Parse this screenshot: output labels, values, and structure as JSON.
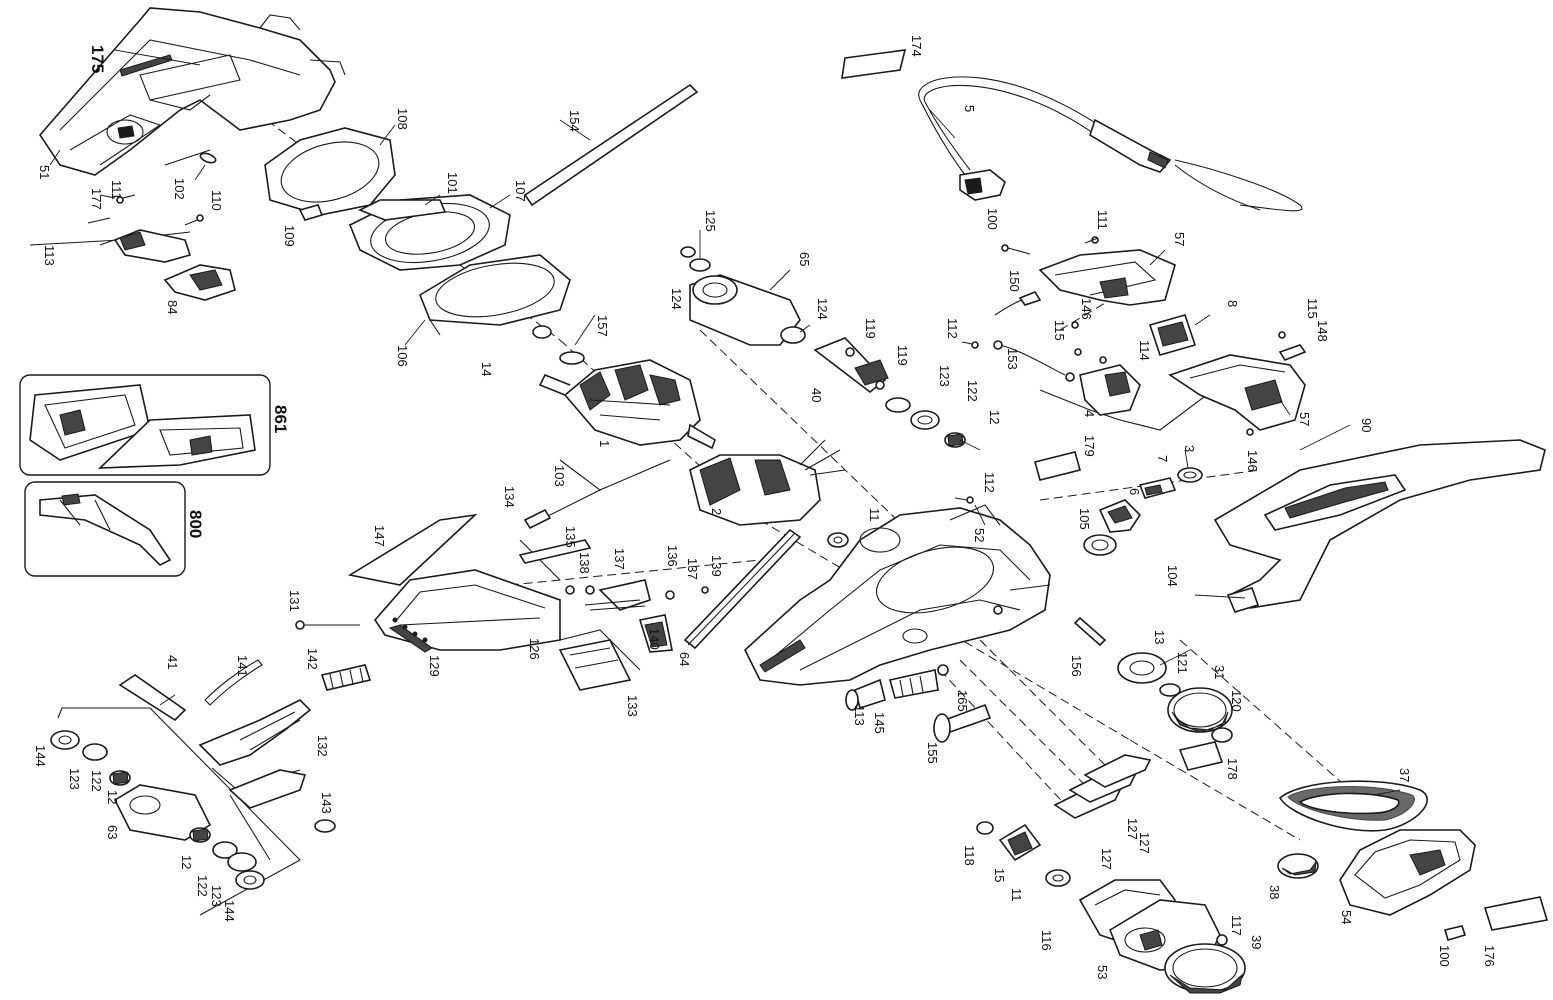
{
  "parts": [
    {
      "id": "label-175",
      "text": "175"
    },
    {
      "id": "label-51",
      "text": "51"
    },
    {
      "id": "label-177",
      "text": "177"
    },
    {
      "id": "label-102",
      "text": "102"
    },
    {
      "id": "label-111a",
      "text": "111"
    },
    {
      "id": "label-110",
      "text": "110"
    },
    {
      "id": "label-113a",
      "text": "113"
    },
    {
      "id": "label-84",
      "text": "84"
    },
    {
      "id": "label-109",
      "text": "109"
    },
    {
      "id": "label-108",
      "text": "108"
    },
    {
      "id": "label-101",
      "text": "101"
    },
    {
      "id": "label-107",
      "text": "107"
    },
    {
      "id": "label-106",
      "text": "106"
    },
    {
      "id": "label-14",
      "text": "14"
    },
    {
      "id": "label-154",
      "text": "154"
    },
    {
      "id": "label-157",
      "text": "157"
    },
    {
      "id": "label-125",
      "text": "125"
    },
    {
      "id": "label-124a",
      "text": "124"
    },
    {
      "id": "label-65",
      "text": "65"
    },
    {
      "id": "label-124b",
      "text": "124"
    },
    {
      "id": "label-119a",
      "text": "119"
    },
    {
      "id": "label-119b",
      "text": "119"
    },
    {
      "id": "label-40",
      "text": "40"
    },
    {
      "id": "label-123a",
      "text": "123"
    },
    {
      "id": "label-122a",
      "text": "122"
    },
    {
      "id": "label-12a",
      "text": "12"
    },
    {
      "id": "label-1",
      "text": "1"
    },
    {
      "id": "label-2",
      "text": "2"
    },
    {
      "id": "label-103",
      "text": "103"
    },
    {
      "id": "label-134",
      "text": "134"
    },
    {
      "id": "label-174",
      "text": "174"
    },
    {
      "id": "label-5",
      "text": "5"
    },
    {
      "id": "label-100a",
      "text": "100"
    },
    {
      "id": "label-111b",
      "text": "111"
    },
    {
      "id": "label-57a",
      "text": "57"
    },
    {
      "id": "label-150",
      "text": "150"
    },
    {
      "id": "label-146a",
      "text": "146"
    },
    {
      "id": "label-112a",
      "text": "112"
    },
    {
      "id": "label-115a",
      "text": "115"
    },
    {
      "id": "label-153",
      "text": "153"
    },
    {
      "id": "label-8",
      "text": "8"
    },
    {
      "id": "label-115b",
      "text": "115"
    },
    {
      "id": "label-148",
      "text": "148"
    },
    {
      "id": "label-114",
      "text": "114"
    },
    {
      "id": "label-4",
      "text": "4"
    },
    {
      "id": "label-57b",
      "text": "57"
    },
    {
      "id": "label-146b",
      "text": "146"
    },
    {
      "id": "label-90",
      "text": "90"
    },
    {
      "id": "label-179",
      "text": "179"
    },
    {
      "id": "label-3",
      "text": "3"
    },
    {
      "id": "label-7",
      "text": "7"
    },
    {
      "id": "label-6",
      "text": "6"
    },
    {
      "id": "label-105",
      "text": "105"
    },
    {
      "id": "label-112b",
      "text": "112"
    },
    {
      "id": "label-11a",
      "text": "11"
    },
    {
      "id": "label-52",
      "text": "52"
    },
    {
      "id": "label-104",
      "text": "104"
    },
    {
      "id": "label-861",
      "text": "861"
    },
    {
      "id": "label-800",
      "text": "800"
    },
    {
      "id": "label-147",
      "text": "147"
    },
    {
      "id": "label-135",
      "text": "135"
    },
    {
      "id": "label-138",
      "text": "138"
    },
    {
      "id": "label-137a",
      "text": "137"
    },
    {
      "id": "label-136",
      "text": "136"
    },
    {
      "id": "label-137b",
      "text": "137"
    },
    {
      "id": "label-139",
      "text": "139"
    },
    {
      "id": "label-140",
      "text": "140"
    },
    {
      "id": "label-131",
      "text": "131"
    },
    {
      "id": "label-126",
      "text": "126"
    },
    {
      "id": "label-129",
      "text": "129"
    },
    {
      "id": "label-133",
      "text": "133"
    },
    {
      "id": "label-64",
      "text": "64"
    },
    {
      "id": "label-113b",
      "text": "113"
    },
    {
      "id": "label-145",
      "text": "145"
    },
    {
      "id": "label-165",
      "text": "165"
    },
    {
      "id": "label-155",
      "text": "155"
    },
    {
      "id": "label-156",
      "text": "156"
    },
    {
      "id": "label-13",
      "text": "13"
    },
    {
      "id": "label-121",
      "text": "121"
    },
    {
      "id": "label-31",
      "text": "31"
    },
    {
      "id": "label-120",
      "text": "120"
    },
    {
      "id": "label-178",
      "text": "178"
    },
    {
      "id": "label-37",
      "text": "37"
    },
    {
      "id": "label-41",
      "text": "41"
    },
    {
      "id": "label-141",
      "text": "141"
    },
    {
      "id": "label-142",
      "text": "142"
    },
    {
      "id": "label-132",
      "text": "132"
    },
    {
      "id": "label-144a",
      "text": "144"
    },
    {
      "id": "label-123b",
      "text": "123"
    },
    {
      "id": "label-122b",
      "text": "122"
    },
    {
      "id": "label-12b",
      "text": "12"
    },
    {
      "id": "label-63",
      "text": "63"
    },
    {
      "id": "label-143",
      "text": "143"
    },
    {
      "id": "label-12c",
      "text": "12"
    },
    {
      "id": "label-122c",
      "text": "122"
    },
    {
      "id": "label-123c",
      "text": "123"
    },
    {
      "id": "label-144b",
      "text": "144"
    },
    {
      "id": "label-118",
      "text": "118"
    },
    {
      "id": "label-15",
      "text": "15"
    },
    {
      "id": "label-127a",
      "text": "127"
    },
    {
      "id": "label-127b",
      "text": "127"
    },
    {
      "id": "label-127c",
      "text": "127"
    },
    {
      "id": "label-11b",
      "text": "11"
    },
    {
      "id": "label-116",
      "text": "116"
    },
    {
      "id": "label-117",
      "text": "117"
    },
    {
      "id": "label-53",
      "text": "53"
    },
    {
      "id": "label-39",
      "text": "39"
    },
    {
      "id": "label-38",
      "text": "38"
    },
    {
      "id": "label-54",
      "text": "54"
    },
    {
      "id": "label-100b",
      "text": "100"
    },
    {
      "id": "label-176",
      "text": "176"
    }
  ]
}
